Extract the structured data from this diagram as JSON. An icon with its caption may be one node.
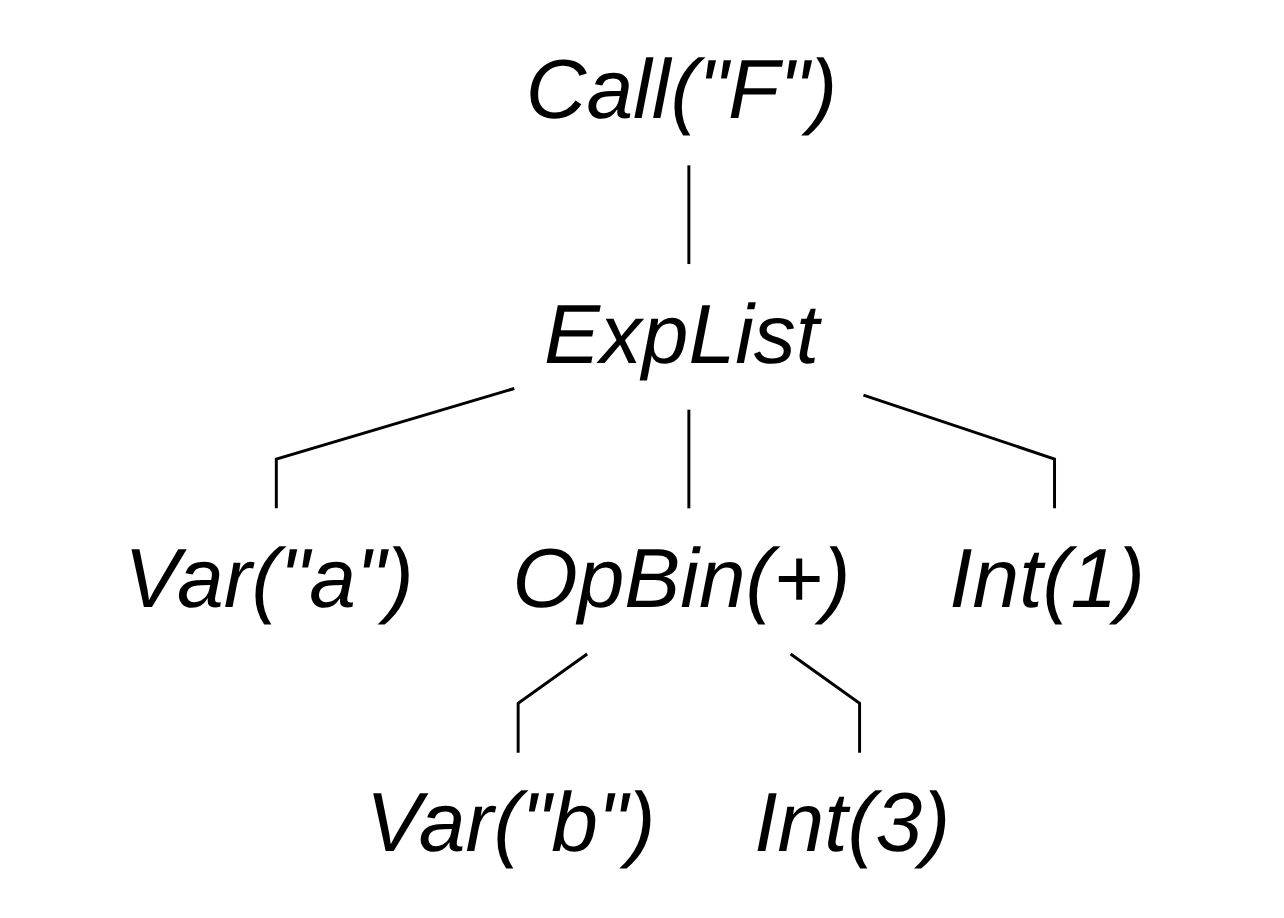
{
  "diagram": {
    "nodes": [
      {
        "text": [
          "Call(\"F\")"
        ]
      },
      {
        "text": [
          "ExpList"
        ]
      },
      {
        "text": [
          "Var(\"a\")"
        ]
      },
      {
        "text": [
          "OpBin(+)"
        ]
      },
      {
        "text": [
          "Int(1)"
        ]
      },
      {
        "text": [
          "Var(\"b\")"
        ]
      },
      {
        "text": [
          "Int(3)"
        ]
      }
    ],
    "edges": [
      {
        "from": 0,
        "to": 1,
        "arrow": "none"
      },
      {
        "from": 1,
        "to": 2,
        "arrow": "none"
      },
      {
        "from": 1,
        "to": 3,
        "arrow": "none"
      },
      {
        "from": 1,
        "to": 4,
        "arrow": "none"
      },
      {
        "from": 3,
        "to": 5,
        "arrow": "none"
      },
      {
        "from": 3,
        "to": 6,
        "arrow": "none"
      }
    ]
  }
}
